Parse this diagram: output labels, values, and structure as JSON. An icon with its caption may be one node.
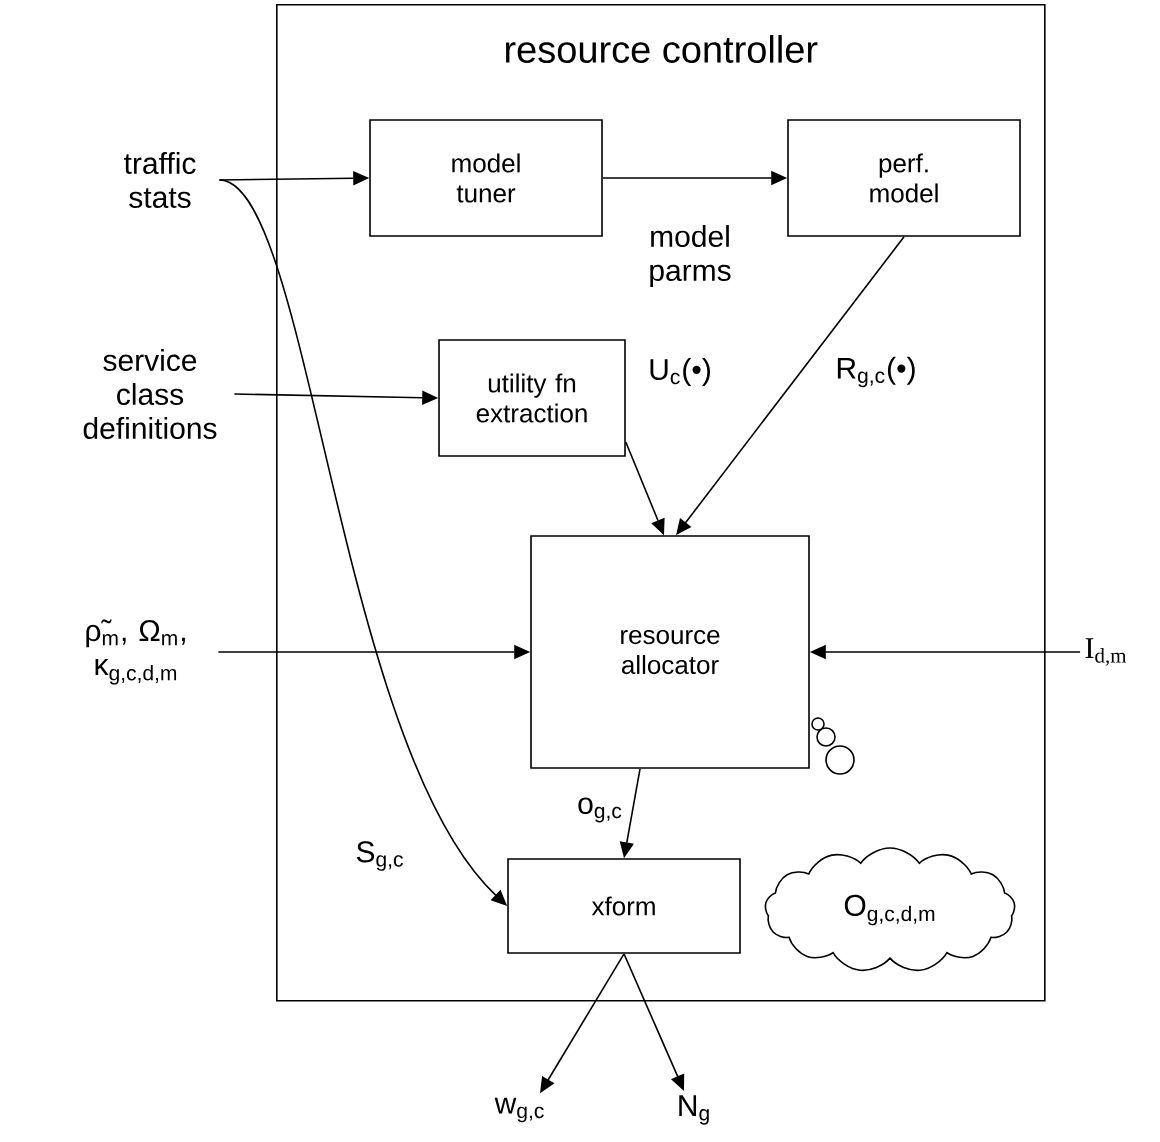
{
  "diagram": {
    "nodes": [
      {
        "text": [
          "resource controller"
        ]
      },
      {
        "text": [
          "model tuner"
        ],
        "in": 0
      },
      {
        "text": [
          "perf. model"
        ],
        "in": 0
      },
      {
        "text": [
          "utility fn extraction"
        ],
        "in": 0
      },
      {
        "text": [
          "resource allocator"
        ],
        "in": 0
      },
      {
        "text": [
          "xform"
        ],
        "in": 0
      },
      {
        "text": [
          "O$_{g,c,d,m}$"
        ],
        "in": 0
      },
      {
        "text": [
          "traffic stats"
        ]
      },
      {
        "text": [
          "service class definitions"
        ]
      },
      {
        "text": [
          "ρ̃$_{m}$, Ω$_{m}$, κ$_{g,c,d,m}$"
        ]
      },
      {
        "text": [
          "I$_{d,m}$"
        ]
      },
      {
        "text": [
          "w$_{g,c}$"
        ]
      },
      {
        "text": [
          "N$_{g}$"
        ]
      }
    ],
    "edges": [
      {
        "from": 7,
        "to": 1,
        "arrow": "to"
      },
      {
        "from": 1,
        "to": 2,
        "arrow": "to",
        "label": "model parms"
      },
      {
        "from": 7,
        "to": 5,
        "arrow": "to",
        "label": "S$_{g,c}$"
      },
      {
        "from": 8,
        "to": 3,
        "arrow": "to"
      },
      {
        "from": 3,
        "to": 4,
        "arrow": "to",
        "label": "U$_{c}$(•)"
      },
      {
        "from": 2,
        "to": 4,
        "arrow": "to",
        "label": "R$_{g,c}$(•)"
      },
      {
        "from": 9,
        "to": 4,
        "arrow": "to"
      },
      {
        "from": 10,
        "to": 4,
        "arrow": "to"
      },
      {
        "from": 4,
        "to": 5,
        "arrow": "to",
        "label": "o$_{g,c}$"
      },
      {
        "from": 5,
        "to": 11,
        "arrow": "to"
      },
      {
        "from": 5,
        "to": 12,
        "arrow": "to"
      }
    ]
  }
}
